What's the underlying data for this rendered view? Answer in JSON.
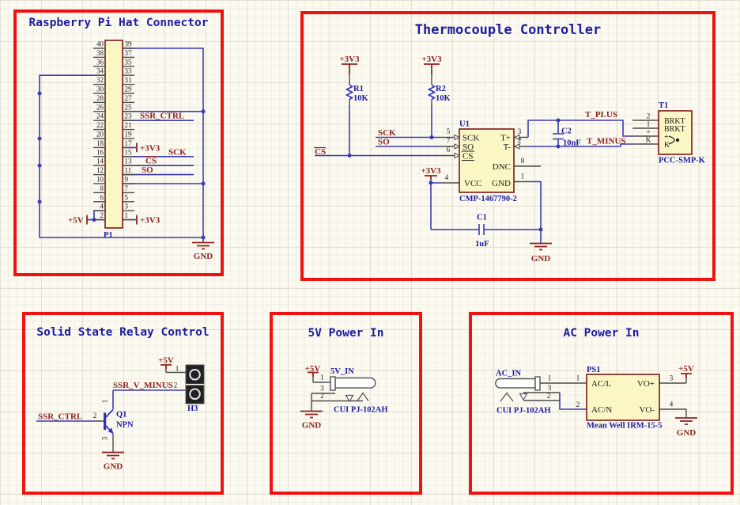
{
  "colors": {
    "box_border": "#ee1212",
    "wire_blue": "#3b3bb0",
    "net_label_red": "#8e2222",
    "designator_blue": "#1c1c9e",
    "component_fill": "#fbf7c5",
    "component_stroke": "#7d1616"
  },
  "sections": {
    "rpi": {
      "title": "Raspberry Pi Hat Connector",
      "p1": {
        "ref": "P1",
        "left_pins": [
          "40",
          "38",
          "36",
          "34",
          "32",
          "30",
          "28",
          "26",
          "24",
          "22",
          "20",
          "18",
          "16",
          "14",
          "12",
          "10",
          "8",
          "6",
          "4",
          "2"
        ],
        "right_pins": [
          "39",
          "37",
          "35",
          "33",
          "31",
          "29",
          "27",
          "25",
          "23",
          "21",
          "19",
          "17",
          "15",
          "13",
          "11",
          "9",
          "7",
          "5",
          "3",
          "1"
        ]
      },
      "nets": {
        "ssr_ctrl": "SSR_CTRL",
        "sck": "SCK",
        "cs": "CS",
        "so": "SO"
      },
      "power": {
        "v33_pin17": "+3V3",
        "v33_pin1": "+3V3",
        "v5": "+5V",
        "gnd": "GND"
      }
    },
    "thermo": {
      "title": "Thermocouple Controller",
      "r1": {
        "ref": "R1",
        "value": "10K",
        "power": "+3V3"
      },
      "r2": {
        "ref": "R2",
        "value": "10K",
        "power": "+3V3"
      },
      "u1": {
        "ref": "U1",
        "part": "CMP-1467790-2",
        "pins": {
          "sck": {
            "num": "5",
            "name": "SCK"
          },
          "so": {
            "num": "7",
            "name": "SO"
          },
          "cs": {
            "num": "6",
            "name": "CS"
          },
          "vcc": {
            "num": "4",
            "name": "VCC"
          },
          "tp": {
            "num": "3",
            "name": "T+"
          },
          "tm": {
            "num": "2",
            "name": "T-"
          },
          "dnc": {
            "num": "8",
            "name": "DNC"
          },
          "gnd": {
            "num": "1",
            "name": "GND"
          }
        }
      },
      "c1": {
        "ref": "C1",
        "value": "1uF"
      },
      "c2": {
        "ref": "C2",
        "value": "10nF"
      },
      "t1": {
        "ref": "T1",
        "part": "PCC-SMP-K",
        "pin_numbers": [
          "2",
          "1",
          "+",
          "K"
        ],
        "pin_names": [
          "BRKT",
          "BRKT",
          "+",
          "K"
        ]
      },
      "nets": {
        "sck": "SCK",
        "so": "SO",
        "cs": "CS",
        "t_plus": "T_PLUS",
        "t_minus": "T_MINUS"
      },
      "power": {
        "vcc": "+3V3",
        "gnd": "GND"
      }
    },
    "ssr": {
      "title": "Solid State Relay Control",
      "q1": {
        "ref": "Q1",
        "type": "NPN",
        "pin_c": "1",
        "pin_b": "2",
        "pin_e": "3"
      },
      "h3": {
        "ref": "H3",
        "pin1": "1",
        "pin2": "2"
      },
      "nets": {
        "ssr_ctrl": "SSR_CTRL",
        "ssr_v_minus": "SSR_V_MINUS"
      },
      "power": {
        "v5": "+5V",
        "gnd": "GND"
      }
    },
    "pwr5": {
      "title": "5V Power In",
      "jack": {
        "ref": "5V_IN",
        "part": "CUI PJ-102AH",
        "pin1": "1",
        "pin3": "3",
        "pin2": "2"
      },
      "power": {
        "v5": "+5V",
        "gnd": "GND"
      }
    },
    "ac": {
      "title": "AC Power In",
      "jack": {
        "ref": "AC_IN",
        "part": "CUI PJ-102AH",
        "pin1": "1",
        "pin3": "3",
        "pin2": "2"
      },
      "ps1": {
        "ref": "PS1",
        "part": "Mean Well IRM-15-5",
        "pins": {
          "acl": {
            "num": "1",
            "name": "AC/L"
          },
          "acn": {
            "num": "2",
            "name": "AC/N"
          },
          "vop": {
            "num": "3",
            "name": "VO+"
          },
          "von": {
            "num": "4",
            "name": "VO-"
          }
        }
      },
      "power": {
        "v5": "+5V",
        "gnd": "GND"
      }
    }
  }
}
